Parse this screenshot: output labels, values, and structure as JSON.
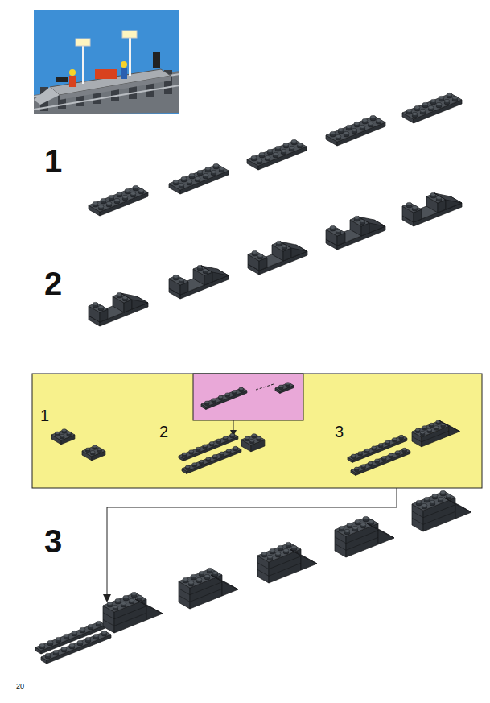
{
  "diagram": {
    "nodes": [
      {
        "text": [
          "1",
          "2",
          "3"
        ]
      }
    ],
    "labels": [
      "1",
      "2",
      "3",
      "20"
    ]
  }
}
